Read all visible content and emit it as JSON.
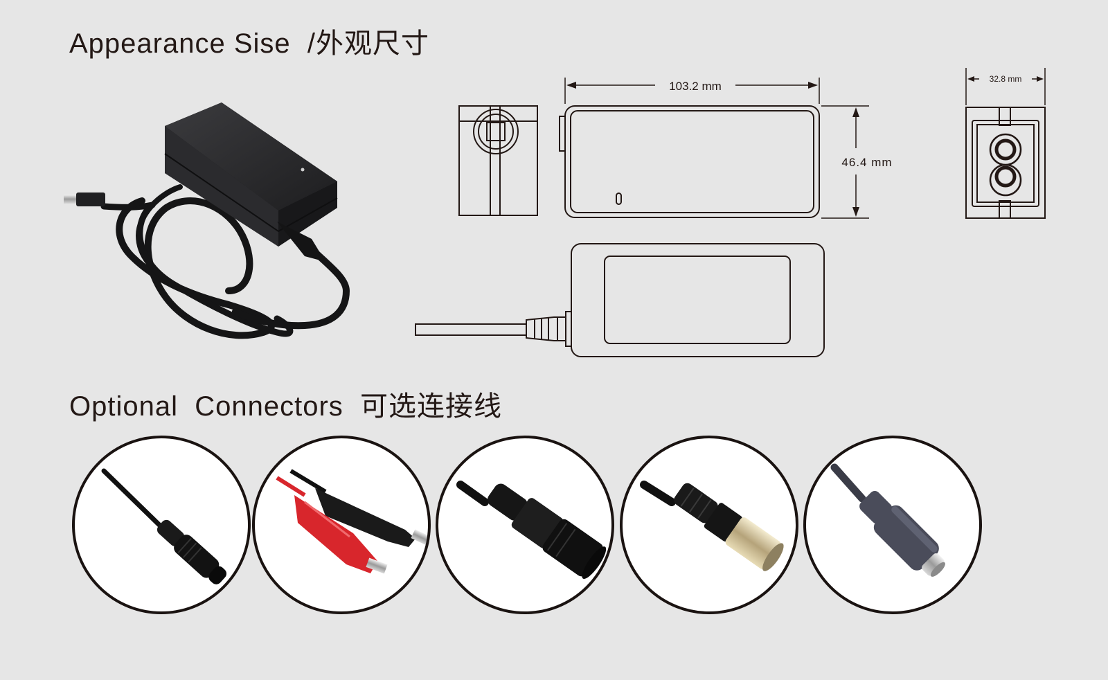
{
  "sections": {
    "appearance": {
      "title": "Appearance Sise  /外观尺寸"
    },
    "connectors": {
      "title": "Optional  Connectors  可选连接线"
    }
  },
  "dimensions": {
    "length": "103.2 mm",
    "height": "46.4 mm",
    "depth": "32.8 mm"
  },
  "colors": {
    "background": "#e6e6e6",
    "ink": "#231815",
    "adapter": "#2a2a2c",
    "clip_red": "#d8262c",
    "connector_grey": "#4a4c5a"
  }
}
